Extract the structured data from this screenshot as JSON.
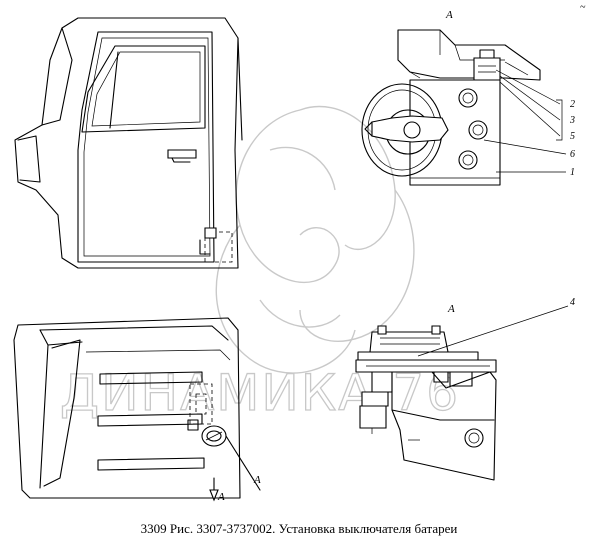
{
  "caption": "3309 Рис. 3307-3737002. Установка выключателя батареи",
  "watermark": {
    "text": "ДИНАМИКА 76",
    "logo_icon": "swirl-logo-icon"
  },
  "views": {
    "top_right": "А",
    "bottom_right": "А",
    "arrow_label": "А",
    "arrow_top_label": "А"
  },
  "callouts": {
    "c1": "1",
    "c2": "2",
    "c3": "3",
    "c4_top": "4",
    "c5": "5",
    "c6": "6"
  },
  "corner_mark": "~"
}
